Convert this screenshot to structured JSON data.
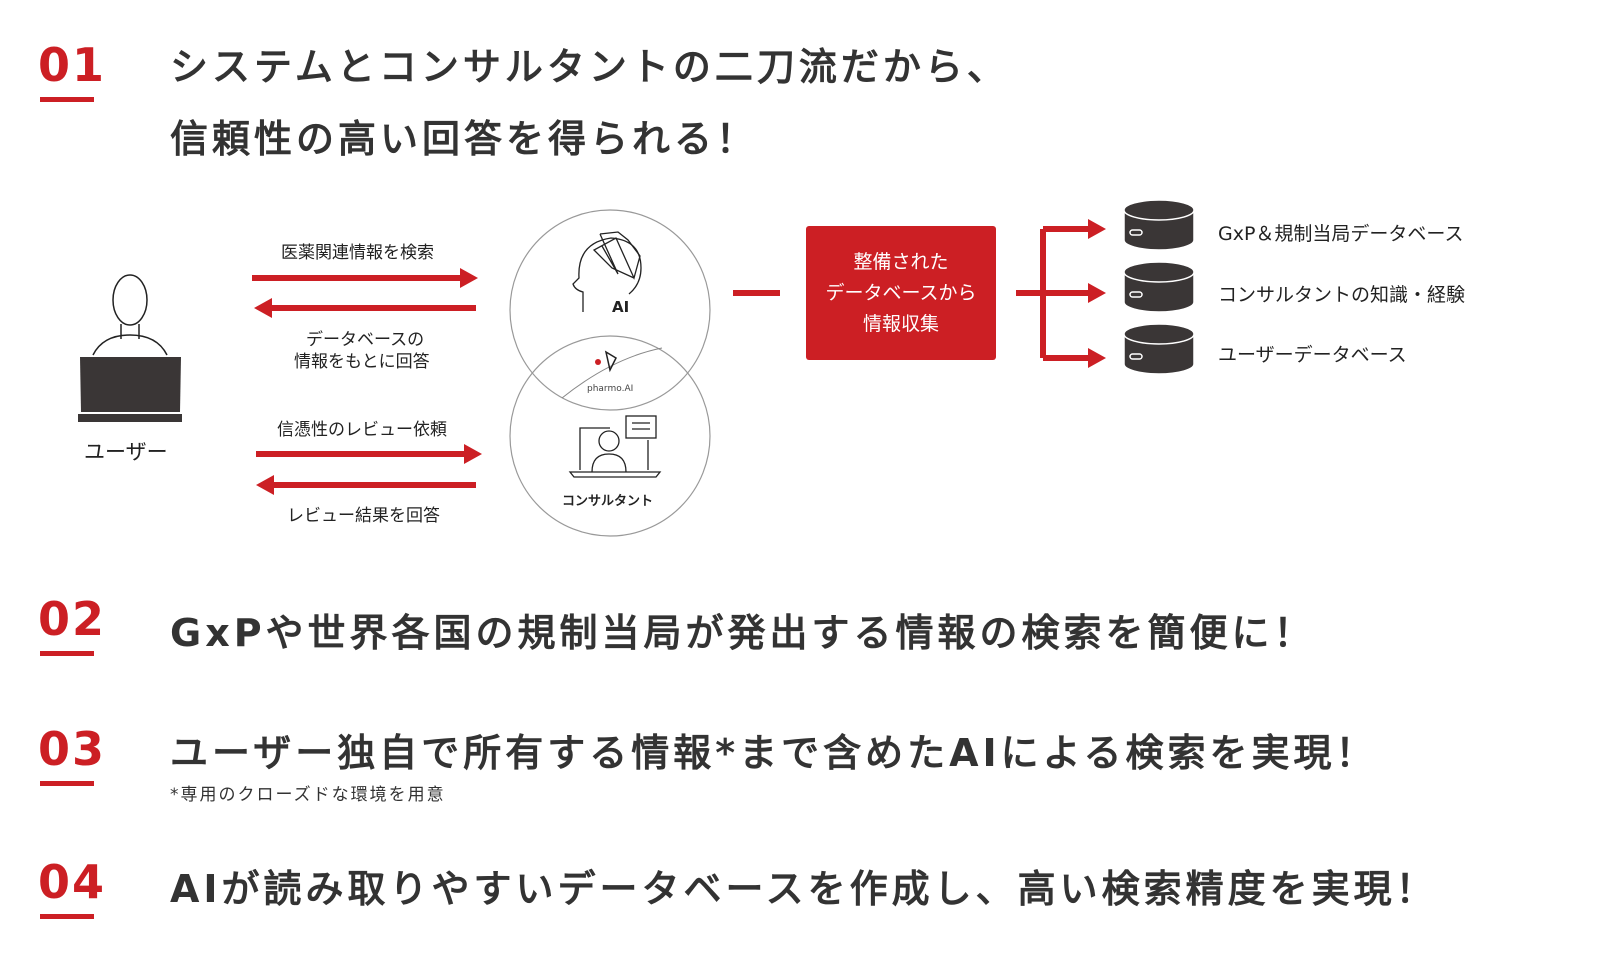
{
  "sections": [
    {
      "number": "01",
      "lines": [
        "システムとコンサルタントの二刀流だから、",
        "信頼性の高い回答を得られる！"
      ]
    },
    {
      "number": "02",
      "lines": [
        "GxPや世界各国の規制当局が発出する情報の検索を簡便に！"
      ]
    },
    {
      "number": "03",
      "lines": [
        "ユーザー独自で所有する情報*まで含めたAIによる検索を実現！"
      ],
      "note": "*専用のクローズドな環境を用意"
    },
    {
      "number": "04",
      "lines": [
        "AIが読み取りやすいデータベースを作成し、高い検索精度を実現！"
      ]
    }
  ],
  "diagram": {
    "user_label": "ユーザー",
    "arrow_labels": {
      "search": "医薬関連情報を検索",
      "answer_line1": "データベースの",
      "answer_line2": "情報をもとに回答",
      "review_request": "信憑性のレビュー依頼",
      "review_answer": "レビュー結果を回答"
    },
    "ai_label": "AI",
    "logo_text": "pharmo.AI",
    "consultant_label": "コンサルタント",
    "box_lines": [
      "整備された",
      "データベースから",
      "情報収集"
    ],
    "databases": [
      "GxP＆規制当局データベース",
      "コンサルタントの知識・経験",
      "ユーザーデータベース"
    ],
    "colors": {
      "accent": "#cc1f24",
      "dark": "#3a3636"
    }
  }
}
